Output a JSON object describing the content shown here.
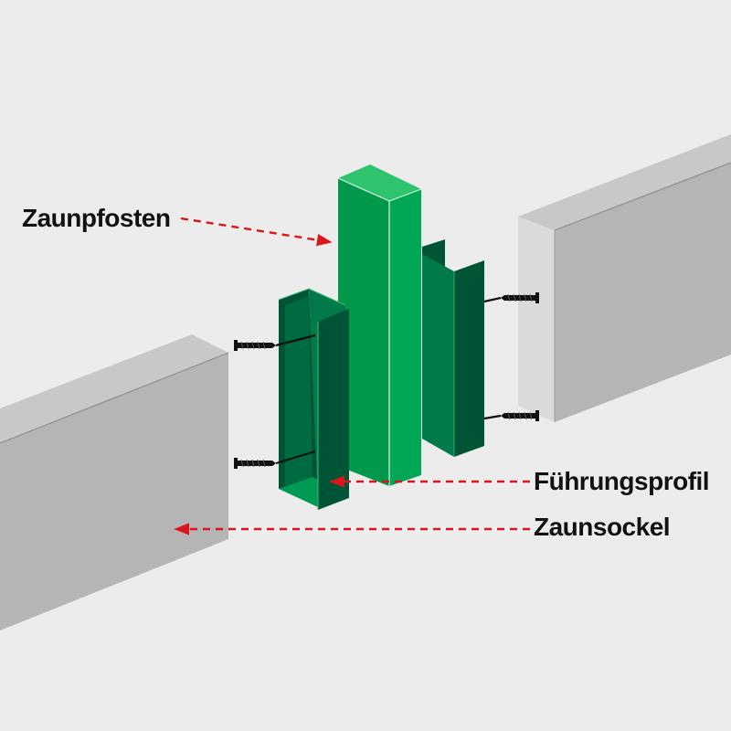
{
  "labels": {
    "post": "Zaunpfosten",
    "guide_profile": "Führungsprofil",
    "base": "Zaunsockel"
  },
  "colors": {
    "background": "#ececec",
    "post_front": "#00984a",
    "post_side": "#00b058",
    "post_top": "#2ec46e",
    "profile_dark": "#005436",
    "profile_mid": "#007a48",
    "base_face": "#b5b5b5",
    "base_top": "#c8c8c8",
    "base_end": "#dadada",
    "arrow": "#d9161c",
    "screw": "#111111"
  }
}
